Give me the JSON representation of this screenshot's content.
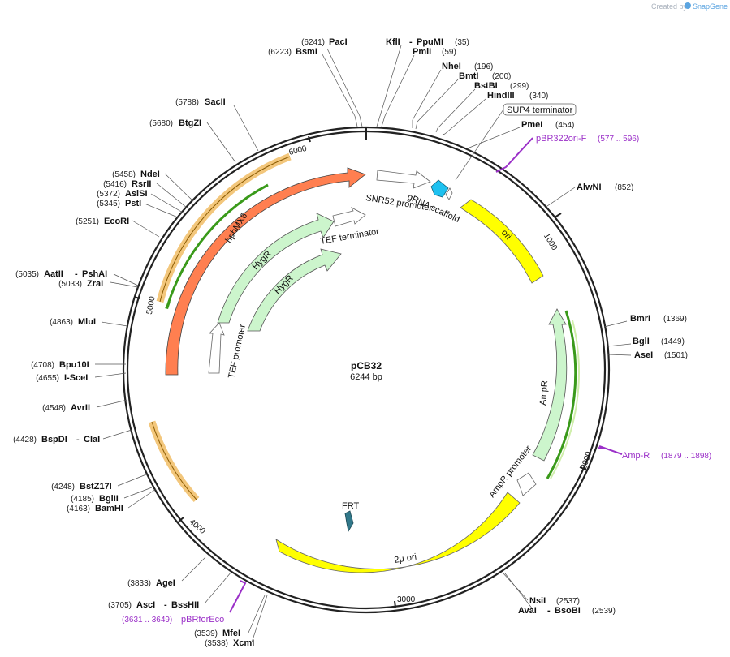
{
  "credit": {
    "text": "Created by",
    "brand": "SnapGene",
    "brand_color": "#5ba4e0"
  },
  "plasmid": {
    "name": "pCB32",
    "length_label": "6244 bp"
  },
  "ticks": [
    "1000",
    "2000",
    "3000",
    "4000",
    "5000",
    "6000"
  ],
  "colors": {
    "backbone": "#222222",
    "primer": "#9b30c8",
    "hygr": "#ccf5cc",
    "hphmx6": "#ff7f50",
    "ori": "#ffff00",
    "frt": "#31788a",
    "scaffold": "#1ec1f0",
    "orf_green": "#3a9a1a",
    "orf_orange": "#f3c77c"
  },
  "enzymes": [
    {
      "name": "PacI",
      "pos": "(6241)"
    },
    {
      "name": "BsmI",
      "pos": "(6223)"
    },
    {
      "name": "KflI",
      "pos": "(35)"
    },
    {
      "name": "PpuMI",
      "pos": ""
    },
    {
      "name": "PmlI",
      "pos": "(59)"
    },
    {
      "name": "NheI",
      "pos": "(196)"
    },
    {
      "name": "BmtI",
      "pos": "(200)"
    },
    {
      "name": "BstBI",
      "pos": "(299)"
    },
    {
      "name": "HindIII",
      "pos": "(340)"
    },
    {
      "name": "PmeI",
      "pos": "(454)"
    },
    {
      "name": "SacII",
      "pos": "(5788)"
    },
    {
      "name": "BtgZI",
      "pos": "(5680)"
    },
    {
      "name": "NdeI",
      "pos": "(5458)"
    },
    {
      "name": "RsrII",
      "pos": "(5416)"
    },
    {
      "name": "AsiSI",
      "pos": "(5372)"
    },
    {
      "name": "PstI",
      "pos": "(5345)"
    },
    {
      "name": "EcoRI",
      "pos": "(5251)"
    },
    {
      "name": "AatII",
      "pos": "(5035)"
    },
    {
      "name": "PshAI",
      "pos": ""
    },
    {
      "name": "ZraI",
      "pos": "(5033)"
    },
    {
      "name": "MluI",
      "pos": "(4863)"
    },
    {
      "name": "Bpu10I",
      "pos": "(4708)"
    },
    {
      "name": "I-SceI",
      "pos": "(4655)"
    },
    {
      "name": "AvrII",
      "pos": "(4548)"
    },
    {
      "name": "BspDI",
      "pos": "(4428)"
    },
    {
      "name": "ClaI",
      "pos": ""
    },
    {
      "name": "BstZ17I",
      "pos": "(4248)"
    },
    {
      "name": "BglII",
      "pos": "(4185)"
    },
    {
      "name": "BamHI",
      "pos": "(4163)"
    },
    {
      "name": "AgeI",
      "pos": "(3833)"
    },
    {
      "name": "AscI",
      "pos": "(3705)"
    },
    {
      "name": "BssHII",
      "pos": ""
    },
    {
      "name": "MfeI",
      "pos": "(3539)"
    },
    {
      "name": "XcmI",
      "pos": "(3538)"
    },
    {
      "name": "NsiI",
      "pos": "(2537)"
    },
    {
      "name": "AvaI",
      "pos": "(2539)"
    },
    {
      "name": "BsoBI",
      "pos": ""
    },
    {
      "name": "AlwNI",
      "pos": "(852)"
    },
    {
      "name": "BmrI",
      "pos": "(1369)"
    },
    {
      "name": "BglI",
      "pos": "(1449)"
    },
    {
      "name": "AseI",
      "pos": "(1501)"
    }
  ],
  "primers": [
    {
      "name": "pBR322ori-F",
      "range": "(577 .. 596)"
    },
    {
      "name": "Amp-R",
      "range": "(1879 .. 1898)"
    },
    {
      "name": "pBRforEco",
      "range": "(3631 .. 3649)"
    }
  ],
  "features": {
    "sup4": "SUP4 terminator",
    "snr52": "SNR52 promoter",
    "grna": "gRNA scaffold",
    "ori": "ori",
    "tef_term": "TEF terminator",
    "tef_prom": "TEF promoter",
    "hygr_outer": "HygR",
    "hygr_inner": "HygR",
    "hphmx6": "hphMX6",
    "ampr": "AmpR",
    "ampr_prom": "AmpR promoter",
    "two_mu": "2μ ori",
    "frt": "FRT"
  }
}
